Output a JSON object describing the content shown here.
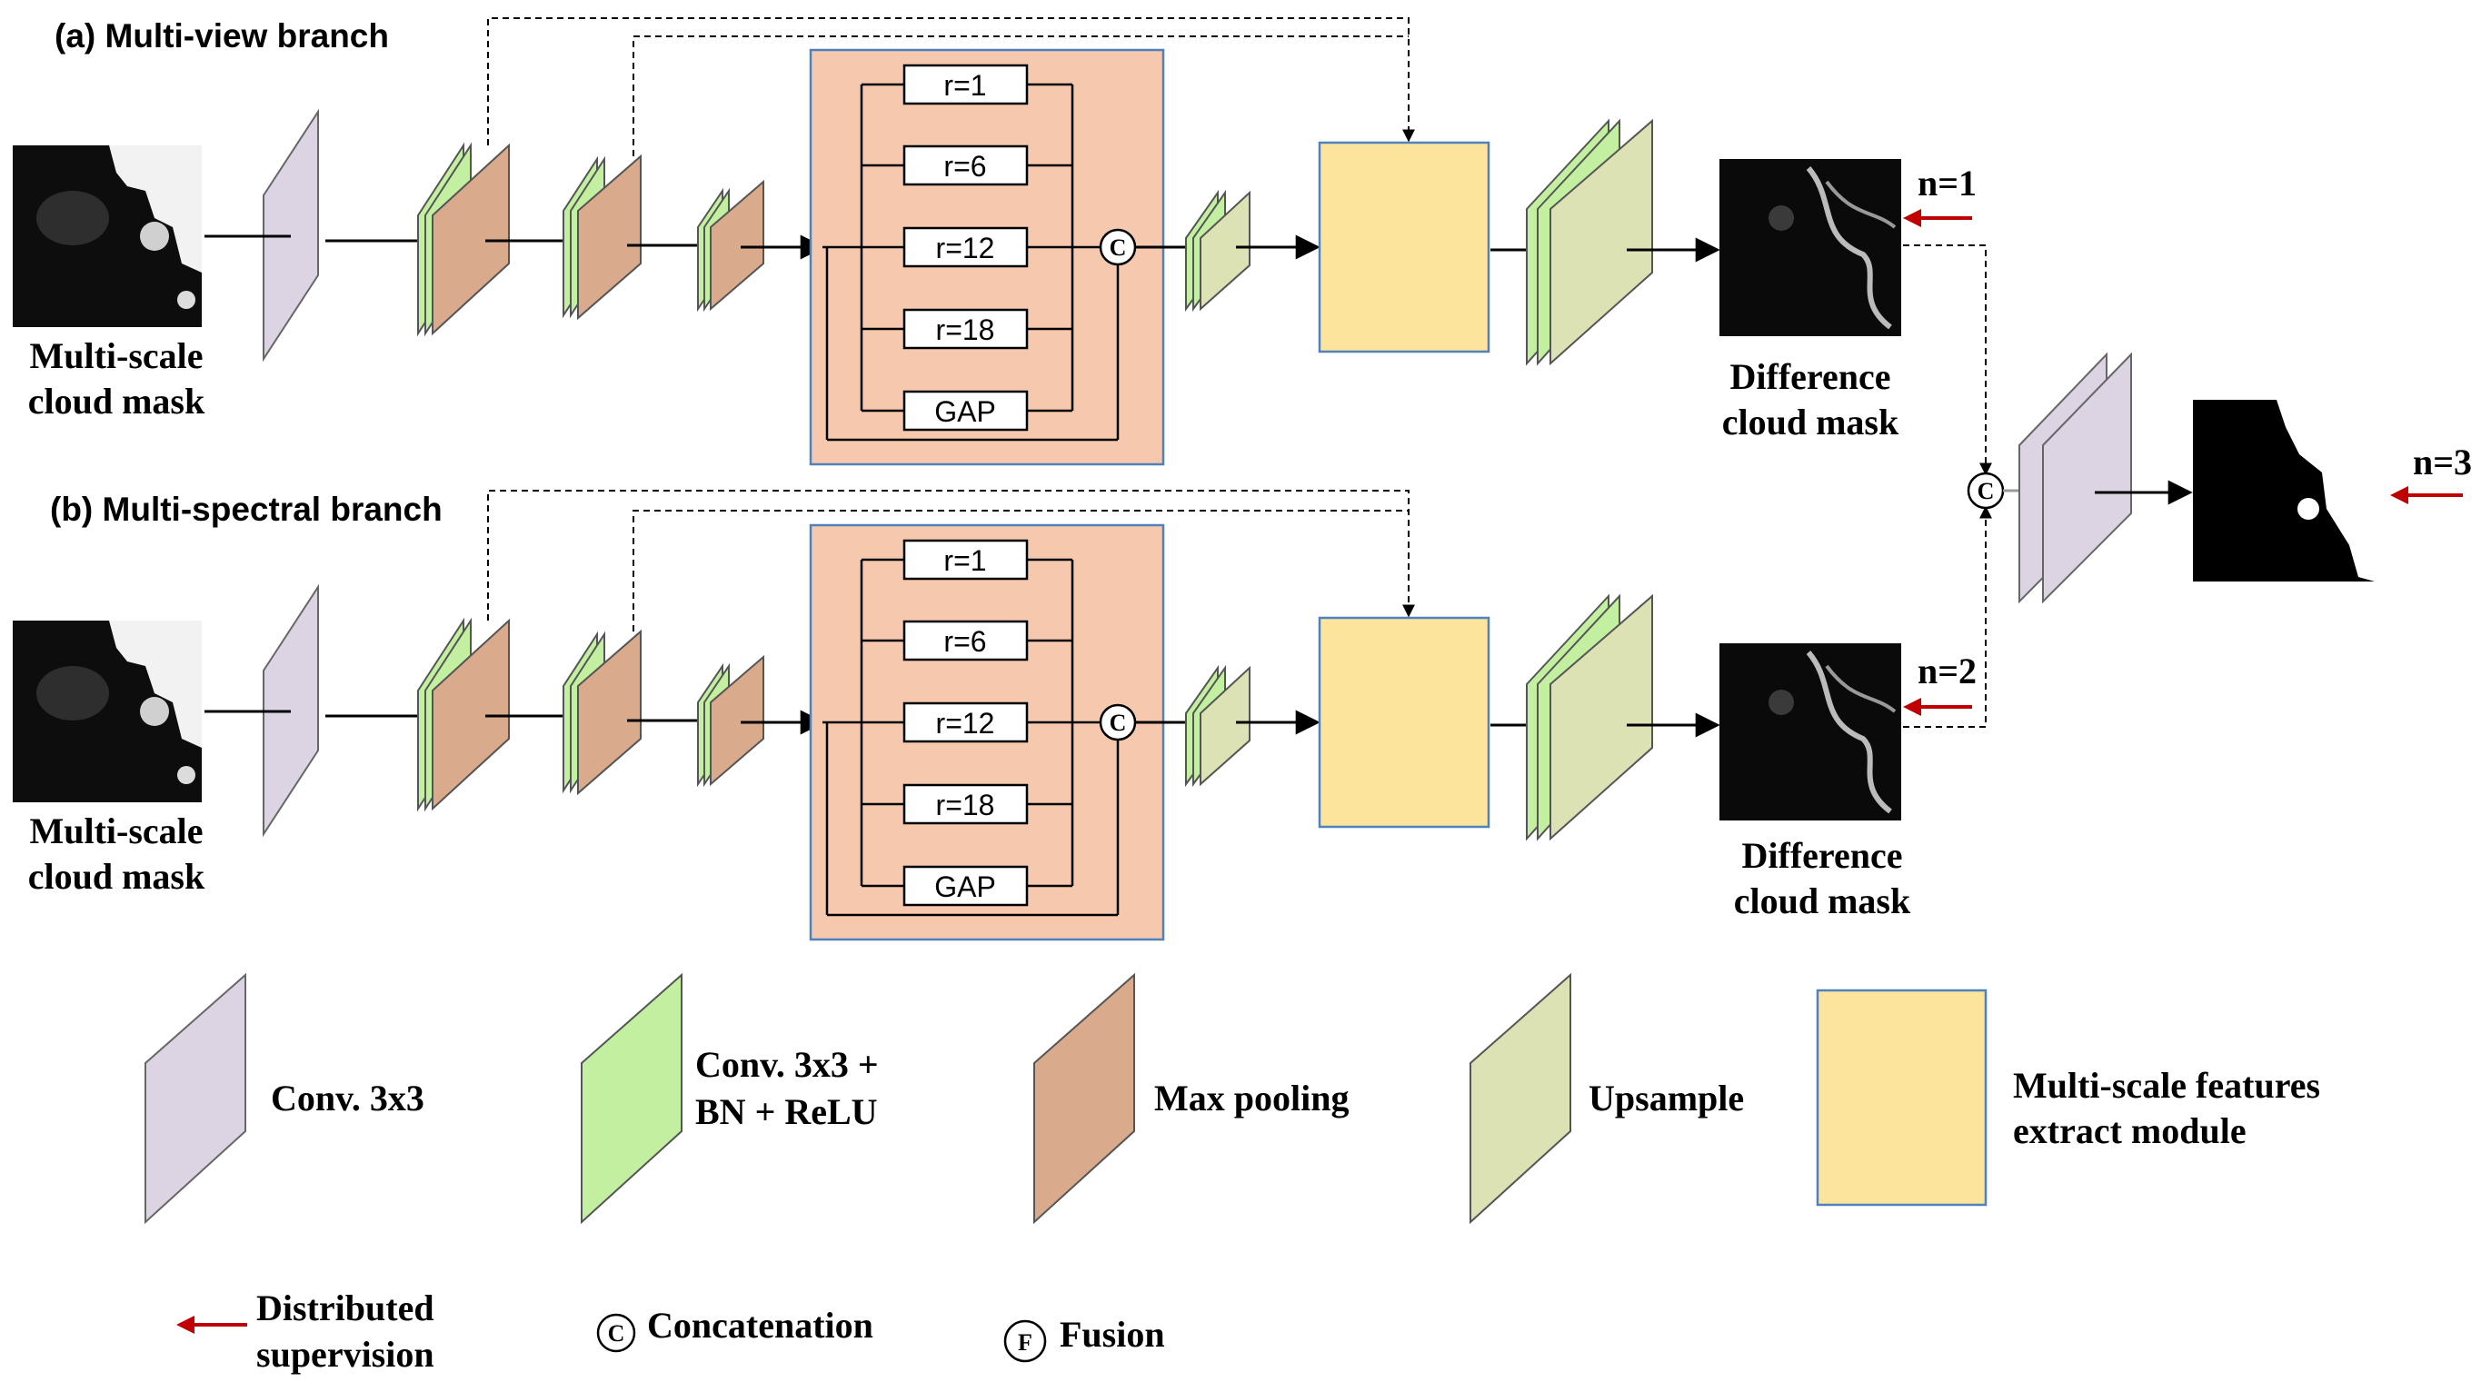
{
  "branches": {
    "a": {
      "title": "(a)   Multi-view branch",
      "input_label_1": "Multi-scale",
      "input_label_2": "cloud mask",
      "output_label_1": "Difference",
      "output_label_2": "cloud mask",
      "supervision": "n=1"
    },
    "b": {
      "title": "(b)   Multi-spectral branch",
      "input_label_1": "Multi-scale",
      "input_label_2": "cloud mask",
      "output_label_1": "Difference",
      "output_label_2": "cloud mask",
      "supervision": "n=2"
    }
  },
  "aspp": {
    "rates": [
      "r=1",
      "r=6",
      "r=12",
      "r=18",
      "GAP"
    ],
    "concat_symbol": "C"
  },
  "fusion": {
    "concat_symbol": "C",
    "supervision": "n=3"
  },
  "legend": {
    "conv": "Conv. 3x3",
    "conv_bn_1": "Conv. 3x3 +",
    "conv_bn_2": "BN + ReLU",
    "maxpool": "Max pooling",
    "upsample": "Upsample",
    "msfe_1": "Multi-scale features",
    "msfe_2": "extract module",
    "supervision_1": "Distributed",
    "supervision_2": "supervision",
    "concat_symbol": "C",
    "concat": "Concatenation",
    "fusion_symbol": "F",
    "fusion": "Fusion"
  },
  "colors": {
    "conv": "#dcd4e2",
    "conv_bn_relu": "#c2f0a0",
    "maxpool": "#d9aa8b",
    "upsample": "#dde2b4",
    "msfe": "#fde49c",
    "aspp_panel": "#f6c8ad",
    "aspp_border": "#4f81bd",
    "supervision_arrow": "#c00000"
  }
}
